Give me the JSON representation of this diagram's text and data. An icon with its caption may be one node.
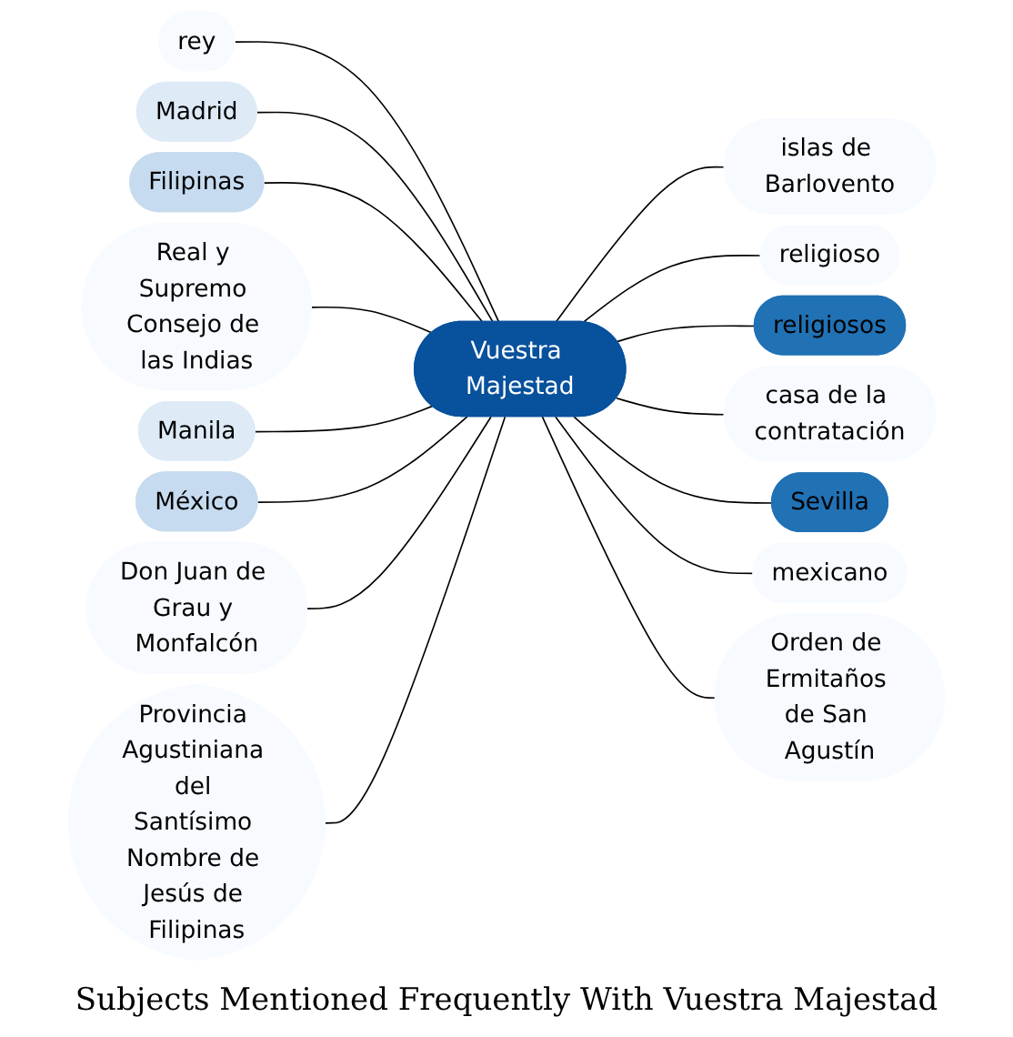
{
  "diagram": {
    "title": "Subjects Mentioned Frequently With Vuestra Majestad",
    "nodes": [
      {
        "text": [
          "rey"
        ]
      },
      {
        "text": [
          "islas de Barlovento"
        ]
      },
      {
        "text": [
          "Madrid"
        ]
      },
      {
        "text": [
          "Filipinas"
        ]
      },
      {
        "text": [
          "religioso"
        ]
      },
      {
        "text": [
          "religiosos"
        ]
      },
      {
        "text": [
          "Real y Supremo Consejo de las Indias"
        ]
      },
      {
        "text": [
          "Vuestra Majestad"
        ]
      },
      {
        "text": [
          "casa de la contratación"
        ]
      },
      {
        "text": [
          "Manila"
        ]
      },
      {
        "text": [
          "Sevilla"
        ]
      },
      {
        "text": [
          "México"
        ]
      },
      {
        "text": [
          "mexicano"
        ]
      },
      {
        "text": [
          "Orden de Ermitaños de San Agustín"
        ]
      },
      {
        "text": [
          "Don Juan de Grau y Monfalcón"
        ]
      },
      {
        "text": [
          "Provincia Agustiniana del Santísimo Nombre de Jesús de Filipinas"
        ]
      }
    ],
    "edges": [
      {
        "from": 0,
        "to": 7,
        "arrow": "none"
      },
      {
        "from": 7,
        "to": 1,
        "arrow": "none"
      },
      {
        "from": 2,
        "to": 7,
        "arrow": "none"
      },
      {
        "from": 3,
        "to": 7,
        "arrow": "none"
      },
      {
        "from": 7,
        "to": 4,
        "arrow": "none"
      },
      {
        "from": 7,
        "to": 5,
        "arrow": "none"
      },
      {
        "from": 6,
        "to": 7,
        "arrow": "none"
      },
      {
        "from": 7,
        "to": 8,
        "arrow": "none"
      },
      {
        "from": 9,
        "to": 7,
        "arrow": "none"
      },
      {
        "from": 7,
        "to": 10,
        "arrow": "none"
      },
      {
        "from": 11,
        "to": 7,
        "arrow": "none"
      },
      {
        "from": 7,
        "to": 12,
        "arrow": "none"
      },
      {
        "from": 7,
        "to": 13,
        "arrow": "none"
      },
      {
        "from": 14,
        "to": 7,
        "arrow": "none"
      },
      {
        "from": 15,
        "to": 7,
        "arrow": "none"
      }
    ]
  }
}
